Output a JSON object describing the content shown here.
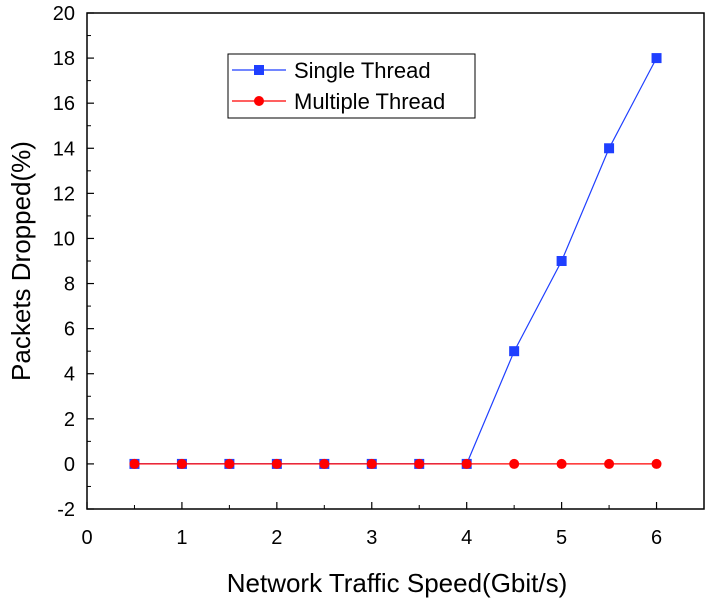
{
  "chart_data": {
    "type": "line",
    "title": "",
    "xlabel": "Network Traffic Speed(Gbit/s)",
    "ylabel": "Packets Dropped(%)",
    "xlim": [
      0,
      6.5
    ],
    "ylim": [
      -2,
      20
    ],
    "x_ticks": [
      0,
      1,
      2,
      3,
      4,
      5,
      6
    ],
    "y_ticks": [
      -2,
      0,
      2,
      4,
      6,
      8,
      10,
      12,
      14,
      16,
      18,
      20
    ],
    "x": [
      0.5,
      1,
      1.5,
      2,
      2.5,
      3,
      3.5,
      4,
      4.5,
      5,
      5.5,
      6
    ],
    "series": [
      {
        "name": "Single Thread",
        "color": "#1f3fff",
        "marker": "square",
        "values": [
          0,
          0,
          0,
          0,
          0,
          0,
          0,
          0,
          5,
          9,
          14,
          18
        ]
      },
      {
        "name": "Multiple Thread",
        "color": "#ff0000",
        "marker": "circle",
        "values": [
          0,
          0,
          0,
          0,
          0,
          0,
          0,
          0,
          0,
          0,
          0,
          0
        ]
      }
    ],
    "legend_position": "top-center",
    "grid": false
  }
}
